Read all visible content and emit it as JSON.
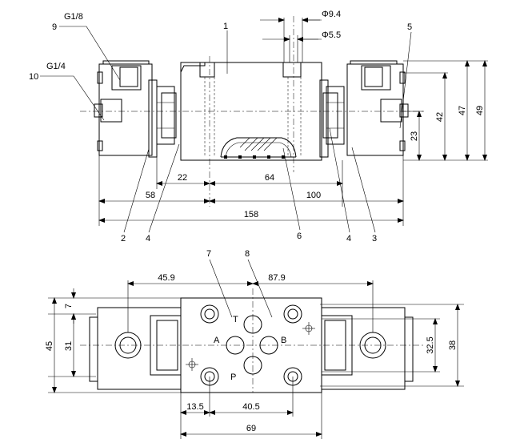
{
  "top_view": {
    "callouts": {
      "c1": "1",
      "c2": "2",
      "c3": "3",
      "c4a": "4",
      "c4b": "4",
      "c5": "5",
      "c6": "6",
      "c9": "9",
      "c10": "10"
    },
    "ports": {
      "g18": "G1/8",
      "g14": "G1/4"
    },
    "dims": {
      "d94": "Φ9.4",
      "d55": "Φ5.5",
      "d22": "22",
      "d64": "64",
      "d58": "58",
      "d100": "100",
      "d158": "158",
      "d23": "23",
      "d42": "42",
      "d47": "47",
      "d49": "49"
    }
  },
  "bottom_view": {
    "callouts": {
      "c7": "7",
      "c8": "8"
    },
    "ports": {
      "pt": "T",
      "pa": "A",
      "pb": "B",
      "pp": "P"
    },
    "dims": {
      "d459": "45.9",
      "d879": "87.9",
      "d7": "7",
      "d45": "45",
      "d31": "31",
      "d325": "32.5",
      "d38": "38",
      "d135": "13.5",
      "d405": "40.5",
      "d69": "69"
    }
  }
}
